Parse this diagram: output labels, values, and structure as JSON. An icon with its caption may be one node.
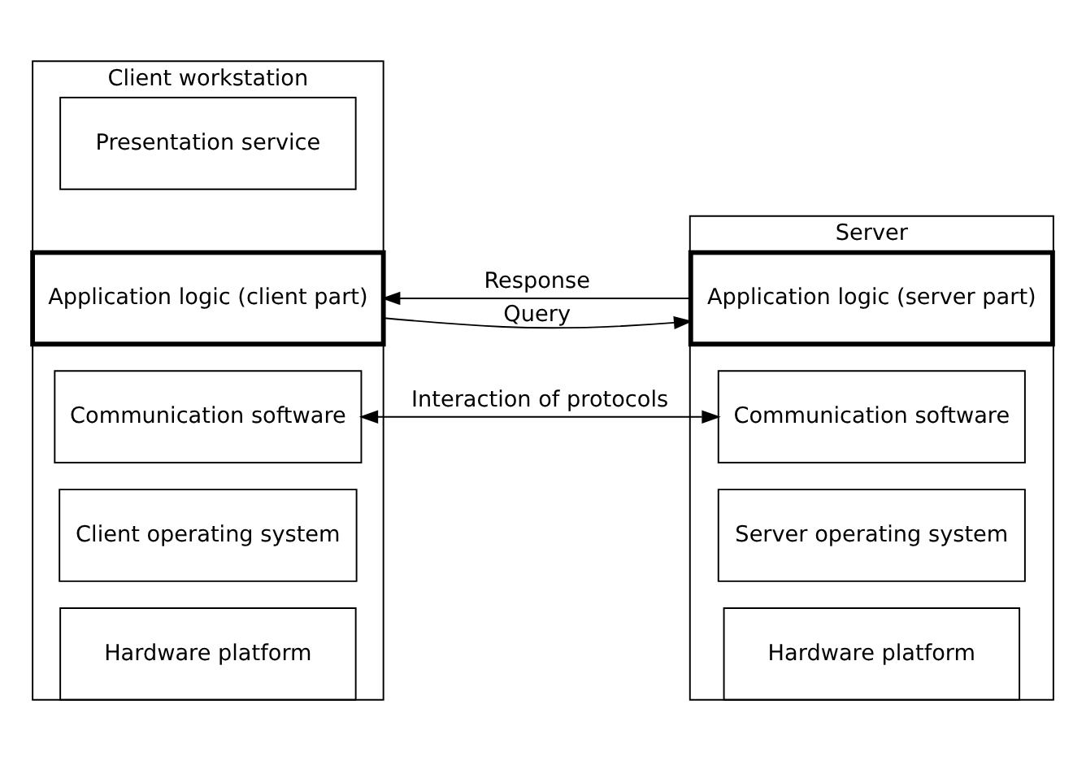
{
  "diagram": {
    "nodes": [
      {
        "text": [
          "Client workstation"
        ]
      },
      {
        "text": [
          "Presentation service"
        ],
        "in": 0
      },
      {
        "text": [
          "Application logic (client part)"
        ],
        "in": 0
      },
      {
        "text": [
          "Communication software"
        ],
        "in": 0
      },
      {
        "text": [
          "Client operating system"
        ],
        "in": 0
      },
      {
        "text": [
          "Hardware platform"
        ],
        "in": 0
      },
      {
        "text": [
          "Server"
        ]
      },
      {
        "text": [
          "Application logic (server part)"
        ],
        "in": 6
      },
      {
        "text": [
          "Communication software"
        ],
        "in": 6
      },
      {
        "text": [
          "Server operating system"
        ],
        "in": 6
      },
      {
        "text": [
          "Hardware platform"
        ],
        "in": 6
      }
    ],
    "edges": [
      {
        "from": 2,
        "to": 7,
        "arrow": "to",
        "label": "Query"
      },
      {
        "from": 7,
        "to": 2,
        "arrow": "to",
        "label": "Response"
      },
      {
        "from": 3,
        "to": 8,
        "arrow": "both",
        "label": "Interaction of protocols"
      }
    ]
  }
}
